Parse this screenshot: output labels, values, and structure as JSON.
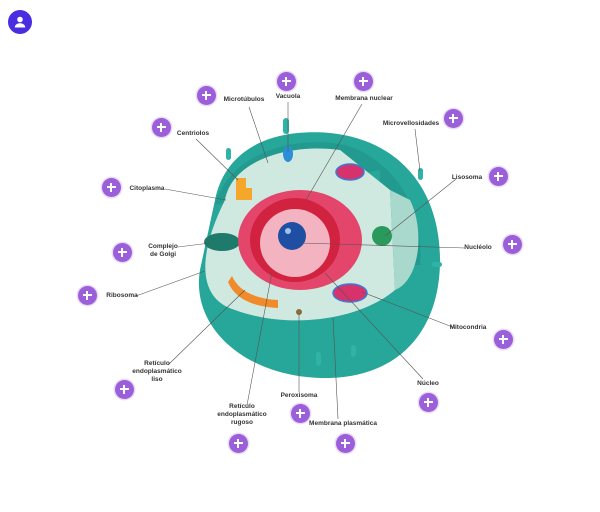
{
  "header": {
    "avatar_icon": "user-avatar-icon"
  },
  "diagram": {
    "labels": {
      "microtubulos": "Microtúbulos",
      "vacuola": "Vacuola",
      "membrana_nuclear": "Membrana nuclear",
      "microvellosidades": "Microvellosidades",
      "centriolos": "Centriolos",
      "lisosoma": "Lisosoma",
      "citoplasma": "Citoplasma",
      "nucleolo": "Nucléolo",
      "golgi_1": "Complejo",
      "golgi_2": "de Golgi",
      "ribosoma": "Ribosoma",
      "mitocondria": "Mitocondria",
      "rel_1": "Retículo",
      "rel_2": "endoplasmático",
      "rel_3": "liso",
      "nucleo": "Núcleo",
      "peroxisoma": "Peroxisoma",
      "rer_1": "Retículo",
      "rer_2": "endoplasmático",
      "rer_3": "rugoso",
      "membrana_plasmatica": "Membrana plasmática"
    },
    "hotspot_icon": "plus-icon",
    "hotspot_color": "#9b5fd9"
  }
}
